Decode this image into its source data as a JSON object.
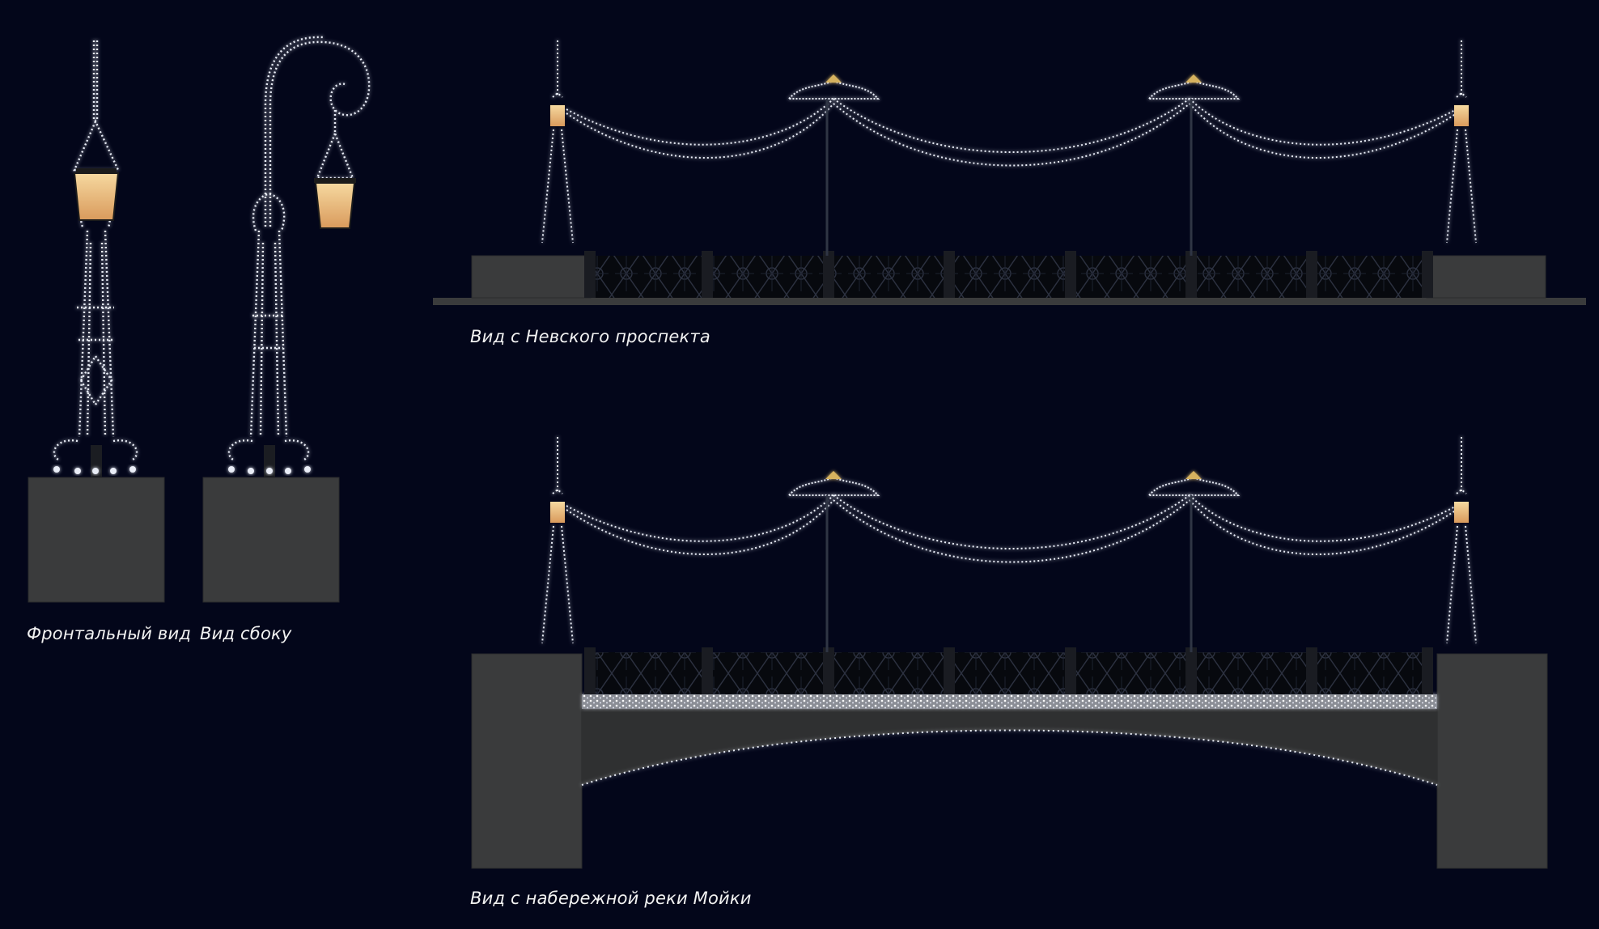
{
  "captions": {
    "front_view": "Фронтальный вид",
    "side_view": "Вид сбоку",
    "nevsky_view": "Вид с Невского проспекта",
    "moika_view": "Вид с набережной реки Мойки"
  },
  "colors": {
    "background": "#03061a",
    "stone": "#3a3b3c",
    "stone_edge": "#2a2b2c",
    "railing": "#0b0d12",
    "lights": "#e9edf7",
    "lamp_glass": "#e8b778",
    "crown_gold": "#d6b25e"
  }
}
